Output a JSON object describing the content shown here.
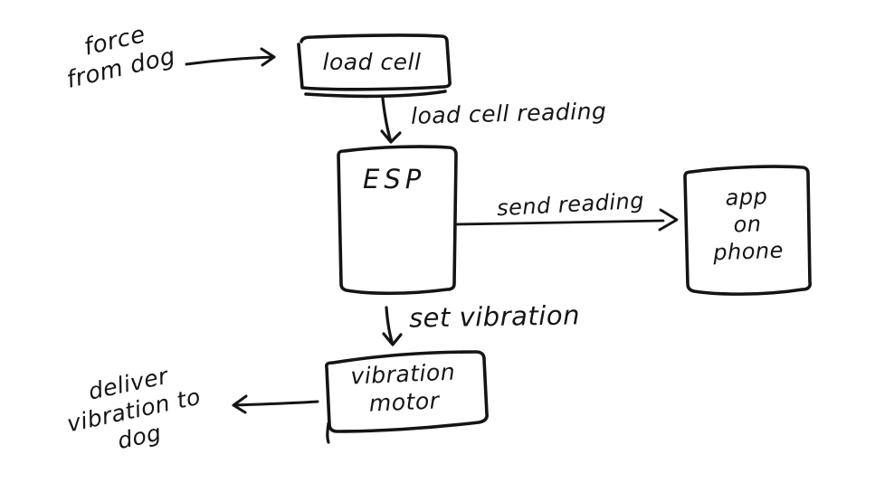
{
  "diagram": {
    "colors": {
      "ink": "#141414",
      "background": "#ffffff"
    },
    "nodes": {
      "force_source": {
        "line1": "force",
        "line2": "from dog"
      },
      "load_cell": {
        "label": "load cell"
      },
      "esp": {
        "label": "ESP"
      },
      "app_on_phone": {
        "line1": "app",
        "line2": "on",
        "line3": "phone"
      },
      "vibration_motor": {
        "line1": "vibration",
        "line2": "motor"
      },
      "deliver_target": {
        "line1": "deliver",
        "line2": "vibration to",
        "line3": "dog"
      }
    },
    "edge_labels": {
      "load_cell_reading": "load cell reading",
      "send_reading": "send reading",
      "set_vibration": "set vibration"
    }
  }
}
